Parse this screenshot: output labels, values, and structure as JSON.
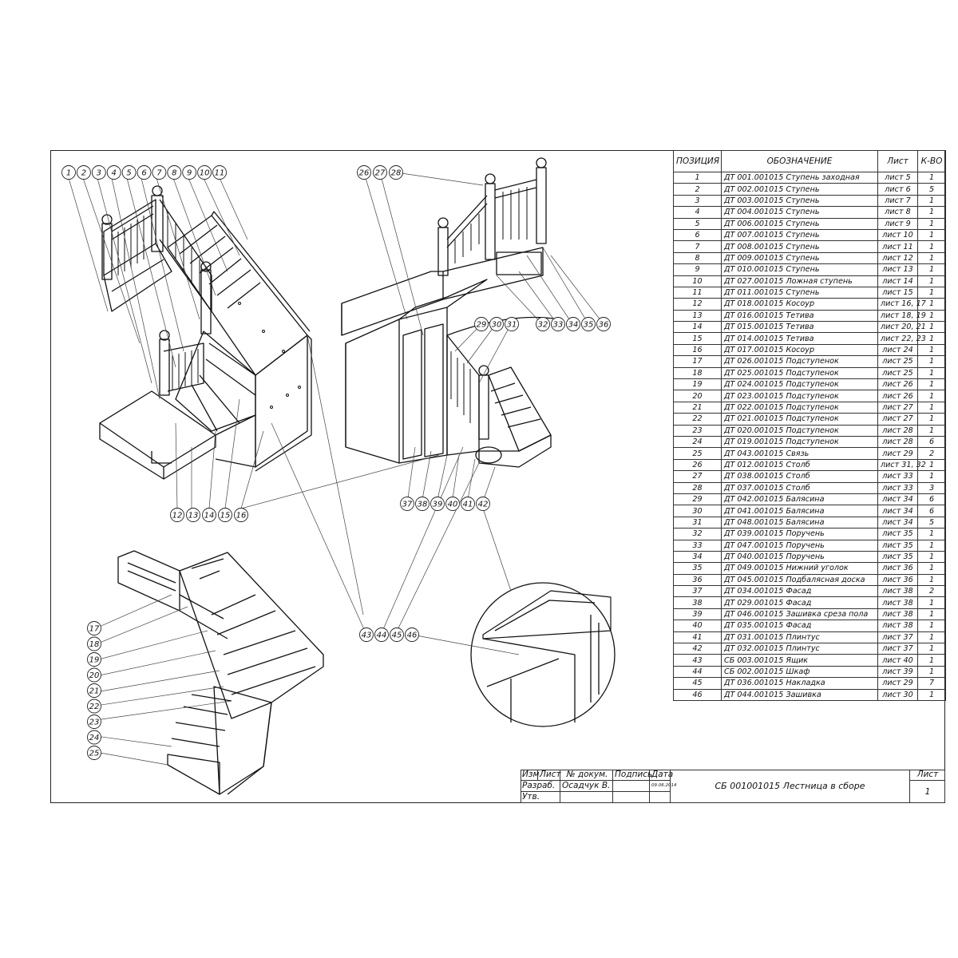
{
  "callouts": {
    "view1_top": [
      "1",
      "2",
      "3",
      "4",
      "5",
      "6",
      "7",
      "8",
      "9",
      "10",
      "11"
    ],
    "view1_bottom": [
      "12",
      "13",
      "14",
      "15",
      "16"
    ],
    "view2_top": [
      "26",
      "27",
      "28"
    ],
    "view2_right": [
      "29",
      "30",
      "31",
      "32",
      "33",
      "34",
      "35",
      "36"
    ],
    "view2_bottom": [
      "37",
      "38",
      "39",
      "40",
      "41",
      "42"
    ],
    "view3_left": [
      "17",
      "18",
      "19",
      "20",
      "21",
      "22",
      "23",
      "24",
      "25"
    ],
    "center": [
      "43",
      "44",
      "45",
      "46"
    ]
  },
  "spec": {
    "headers": {
      "position": "ПОЗИЦИЯ",
      "designation": "ОБОЗНАЧЕНИЕ",
      "sheet": "Лист",
      "qty": "К-ВО"
    },
    "rows": [
      {
        "pos": "1",
        "name": "ДТ 001.001015 Ступень заходная",
        "sheet": "лист 5",
        "qty": "1"
      },
      {
        "pos": "2",
        "name": "ДТ 002.001015 Ступень",
        "sheet": "лист 6",
        "qty": "5"
      },
      {
        "pos": "3",
        "name": "ДТ 003.001015 Ступень",
        "sheet": "лист 7",
        "qty": "1"
      },
      {
        "pos": "4",
        "name": "ДТ 004.001015 Ступень",
        "sheet": "лист 8",
        "qty": "1"
      },
      {
        "pos": "5",
        "name": "ДТ 006.001015 Ступень",
        "sheet": "лист 9",
        "qty": "1"
      },
      {
        "pos": "6",
        "name": "ДТ 007.001015 Ступень",
        "sheet": "лист 10",
        "qty": "1"
      },
      {
        "pos": "7",
        "name": "ДТ 008.001015 Ступень",
        "sheet": "лист 11",
        "qty": "1"
      },
      {
        "pos": "8",
        "name": "ДТ 009.001015 Ступень",
        "sheet": "лист 12",
        "qty": "1"
      },
      {
        "pos": "9",
        "name": "ДТ 010.001015 Ступень",
        "sheet": "лист 13",
        "qty": "1"
      },
      {
        "pos": "10",
        "name": "ДТ 027.001015 Ложная ступень",
        "sheet": "лист 14",
        "qty": "1"
      },
      {
        "pos": "11",
        "name": "ДТ 011.001015 Ступень",
        "sheet": "лист 15",
        "qty": "1"
      },
      {
        "pos": "12",
        "name": "ДТ 018.001015 Косоур",
        "sheet": "лист 16, 17",
        "qty": "1"
      },
      {
        "pos": "13",
        "name": "ДТ 016.001015 Тетива",
        "sheet": "лист 18, 19",
        "qty": "1"
      },
      {
        "pos": "14",
        "name": "ДТ 015.001015 Тетива",
        "sheet": "лист 20, 21",
        "qty": "1"
      },
      {
        "pos": "15",
        "name": "ДТ 014.001015 Тетива",
        "sheet": "лист 22, 23",
        "qty": "1"
      },
      {
        "pos": "16",
        "name": "ДТ 017.001015 Косоур",
        "sheet": "лист 24",
        "qty": "1"
      },
      {
        "pos": "17",
        "name": "ДТ 026.001015 Подступенок",
        "sheet": "лист 25",
        "qty": "1"
      },
      {
        "pos": "18",
        "name": "ДТ 025.001015 Подступенок",
        "sheet": "лист 25",
        "qty": "1"
      },
      {
        "pos": "19",
        "name": "ДТ 024.001015 Подступенок",
        "sheet": "лист 26",
        "qty": "1"
      },
      {
        "pos": "20",
        "name": "ДТ 023.001015 Подступенок",
        "sheet": "лист 26",
        "qty": "1"
      },
      {
        "pos": "21",
        "name": "ДТ 022.001015 Подступенок",
        "sheet": "лист 27",
        "qty": "1"
      },
      {
        "pos": "22",
        "name": "ДТ 021.001015 Подступенок",
        "sheet": "лист 27",
        "qty": "1"
      },
      {
        "pos": "23",
        "name": "ДТ 020.001015 Подступенок",
        "sheet": "лист 28",
        "qty": "1"
      },
      {
        "pos": "24",
        "name": "ДТ 019.001015 Подступенок",
        "sheet": "лист 28",
        "qty": "6"
      },
      {
        "pos": "25",
        "name": "ДТ 043.001015 Связь",
        "sheet": "лист 29",
        "qty": "2"
      },
      {
        "pos": "26",
        "name": "ДТ 012.001015 Столб",
        "sheet": "лист 31, 32",
        "qty": "1"
      },
      {
        "pos": "27",
        "name": "ДТ 038.001015 Столб",
        "sheet": "лист 33",
        "qty": "1"
      },
      {
        "pos": "28",
        "name": "ДТ 037.001015 Столб",
        "sheet": "лист 33",
        "qty": "3"
      },
      {
        "pos": "29",
        "name": "ДТ 042.001015 Балясина",
        "sheet": "лист 34",
        "qty": "6"
      },
      {
        "pos": "30",
        "name": "ДТ 041.001015 Балясина",
        "sheet": "лист 34",
        "qty": "6"
      },
      {
        "pos": "31",
        "name": "ДТ 048.001015 Балясина",
        "sheet": "лист 34",
        "qty": "5"
      },
      {
        "pos": "32",
        "name": "ДТ 039.001015 Поручень",
        "sheet": "лист 35",
        "qty": "1"
      },
      {
        "pos": "33",
        "name": "ДТ 047.001015 Поручень",
        "sheet": "лист 35",
        "qty": "1"
      },
      {
        "pos": "34",
        "name": "ДТ 040.001015 Поручень",
        "sheet": "лист 35",
        "qty": "1"
      },
      {
        "pos": "35",
        "name": "ДТ 049.001015 Нижний уголок",
        "sheet": "лист 36",
        "qty": "1"
      },
      {
        "pos": "36",
        "name": "ДТ 045.001015 Подбалясная доска",
        "sheet": "лист 36",
        "qty": "1"
      },
      {
        "pos": "37",
        "name": "ДТ 034.001015 Фасад",
        "sheet": "лист 38",
        "qty": "2"
      },
      {
        "pos": "38",
        "name": "ДТ 029.001015 Фасад",
        "sheet": "лист 38",
        "qty": "1"
      },
      {
        "pos": "39",
        "name": "ДТ 046.001015 Зашивка среза пола",
        "sheet": "лист 38",
        "qty": "1"
      },
      {
        "pos": "40",
        "name": "ДТ 035.001015 Фасад",
        "sheet": "лист 38",
        "qty": "1"
      },
      {
        "pos": "41",
        "name": "ДТ 031.001015 Плинтус",
        "sheet": "лист 37",
        "qty": "1"
      },
      {
        "pos": "42",
        "name": "ДТ 032.001015 Плинтус",
        "sheet": "лист 37",
        "qty": "1"
      },
      {
        "pos": "43",
        "name": "СБ 003.001015 Ящик",
        "sheet": "лист 40",
        "qty": "1"
      },
      {
        "pos": "44",
        "name": "СБ 002.001015 Шкаф",
        "sheet": "лист 39",
        "qty": "1"
      },
      {
        "pos": "45",
        "name": "ДТ 036.001015 Накладка",
        "sheet": "лист 29",
        "qty": "7"
      },
      {
        "pos": "46",
        "name": "ДТ 044.001015 Зашивка",
        "sheet": "лист 30",
        "qty": "1"
      }
    ]
  },
  "title_block": {
    "izm": "Изм.",
    "list": "Лист",
    "doc_no": "№ докум.",
    "signature": "Подпись",
    "date": "Дата",
    "razrab": "Разраб.",
    "author": "Осадчук В.",
    "date_value": "09.06.2014",
    "utv": "Утв.",
    "document_title": "СБ 001001015 Лестница в сборе",
    "sheet_label": "Лист",
    "sheet_number": "1"
  }
}
